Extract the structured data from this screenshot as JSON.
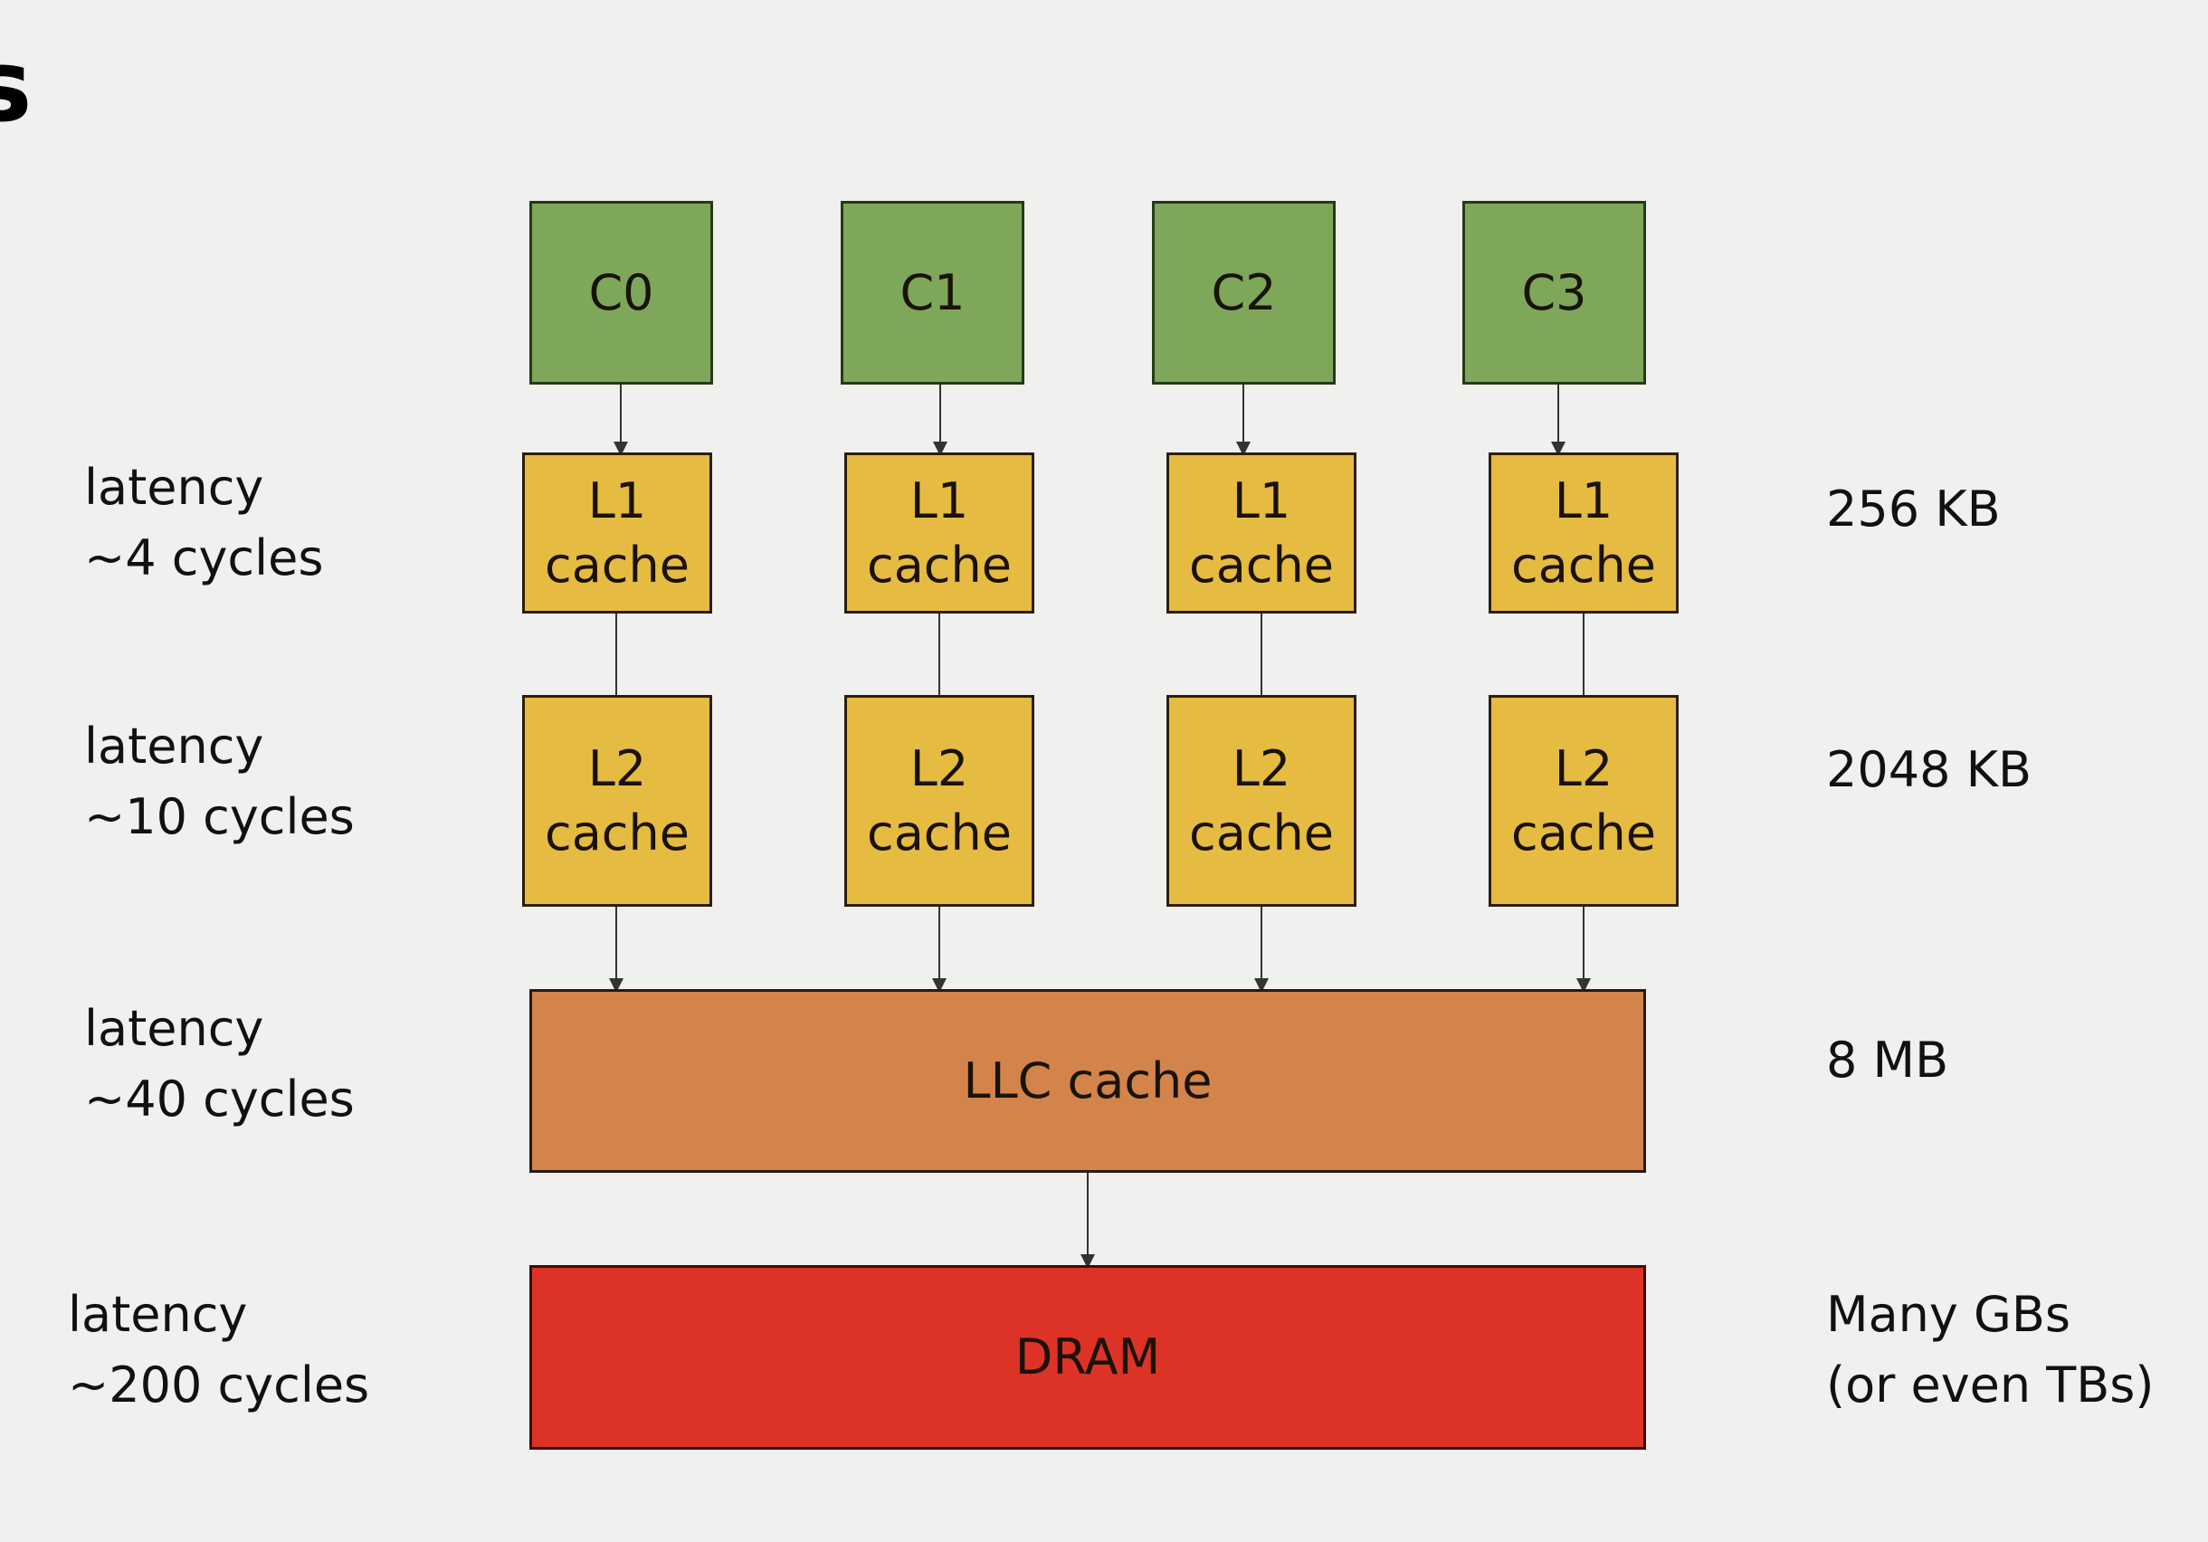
{
  "slide": {
    "title_fragment": "s"
  },
  "cores": [
    {
      "label": "C0"
    },
    {
      "label": "C1"
    },
    {
      "label": "C2"
    },
    {
      "label": "C3"
    }
  ],
  "l1_caches": [
    {
      "line1": "L1",
      "line2": "cache"
    },
    {
      "line1": "L1",
      "line2": "cache"
    },
    {
      "line1": "L1",
      "line2": "cache"
    },
    {
      "line1": "L1",
      "line2": "cache"
    }
  ],
  "l2_caches": [
    {
      "line1": "L2",
      "line2": "cache"
    },
    {
      "line1": "L2",
      "line2": "cache"
    },
    {
      "line1": "L2",
      "line2": "cache"
    },
    {
      "line1": "L2",
      "line2": "cache"
    }
  ],
  "llc": {
    "label": "LLC cache"
  },
  "dram": {
    "label": "DRAM"
  },
  "latency_labels": [
    {
      "line1": "latency",
      "line2": "~4 cycles"
    },
    {
      "line1": "latency",
      "line2": "~10 cycles"
    },
    {
      "line1": "latency",
      "line2": "~40 cycles"
    },
    {
      "line1": "latency",
      "line2": "~200 cycles"
    }
  ],
  "size_labels": [
    {
      "line1": "256 KB",
      "line2": ""
    },
    {
      "line1": "2048 KB",
      "line2": ""
    },
    {
      "line1": "8 MB",
      "line2": ""
    },
    {
      "line1": "Many GBs",
      "line2": "(or even TBs)"
    }
  ],
  "colors": {
    "core": "#7ea75a",
    "l1_l2": "#e6bb42",
    "llc": "#d2844a",
    "dram": "#dc3326",
    "background": "#f0f0ee"
  }
}
